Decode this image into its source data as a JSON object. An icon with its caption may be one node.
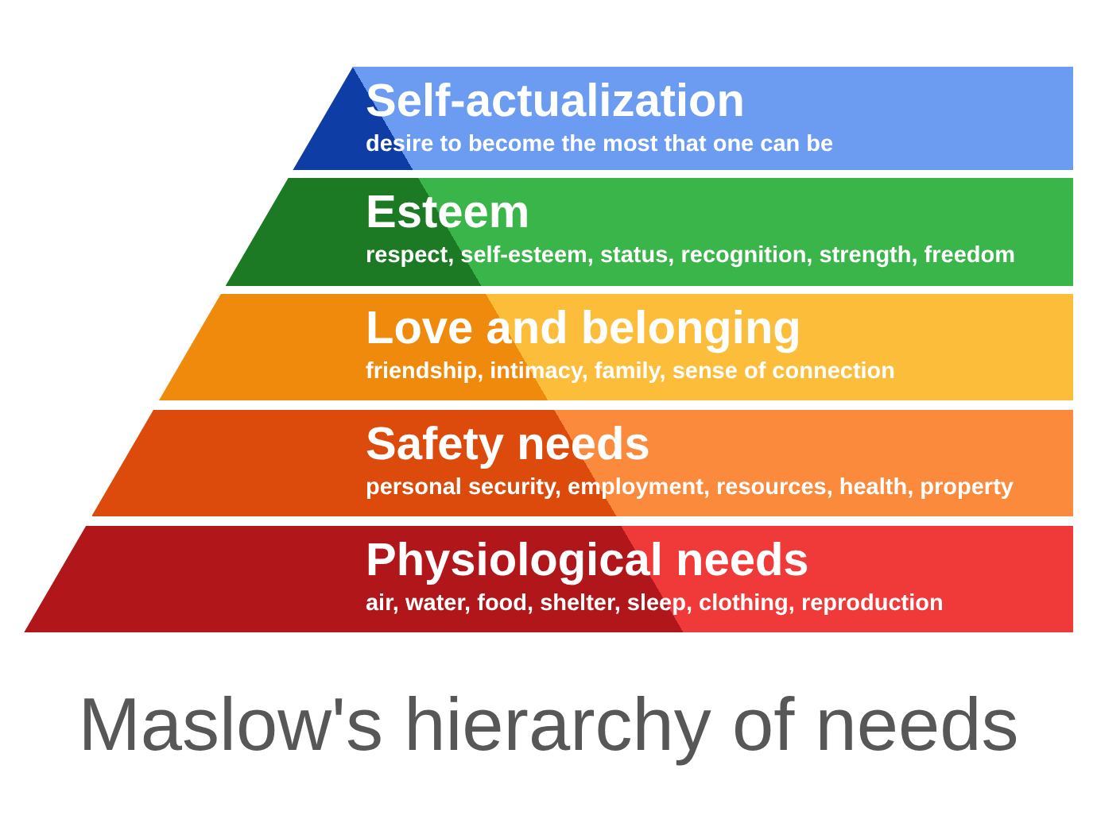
{
  "diagram": {
    "title": "Maslow's hierarchy of needs",
    "nodes": [
      {
        "text": [
          "Self-actualization",
          "desire to become the most that one can be"
        ]
      },
      {
        "text": [
          "Esteem",
          "respect, self-esteem, status, recognition, strength, freedom"
        ]
      },
      {
        "text": [
          "Love and belonging",
          "friendship, intimacy, family, sense of connection"
        ]
      },
      {
        "text": [
          "Safety needs",
          "personal security, employment, resources, health, property"
        ]
      },
      {
        "text": [
          "Physiological needs",
          "air, water, food, shelter, sleep, clothing, reproduction"
        ]
      }
    ],
    "edges": []
  }
}
